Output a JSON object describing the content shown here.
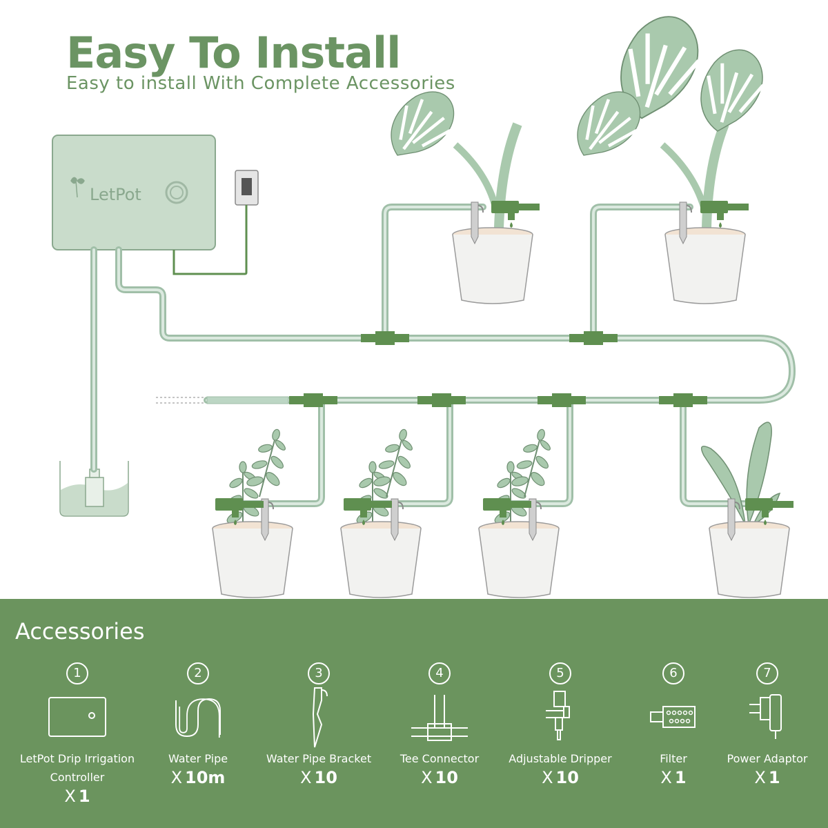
{
  "header": {
    "title": "Easy To Install",
    "subtitle": "Easy to install With Complete Accessories"
  },
  "diagram": {
    "controller_brand": "LetPot"
  },
  "accessories": {
    "title": "Accessories",
    "items": [
      {
        "number": "1",
        "label_line1": "LetPot Drip Irrigation",
        "label_line2": "Controller",
        "qty_prefix": "X",
        "qty": "1",
        "icon": "controller-icon"
      },
      {
        "number": "2",
        "label_line1": "Water Pipe",
        "label_line2": "",
        "qty_prefix": "X",
        "qty": "10m",
        "icon": "water-pipe-icon"
      },
      {
        "number": "3",
        "label_line1": "Water Pipe Bracket",
        "label_line2": "",
        "qty_prefix": "X",
        "qty": "10",
        "icon": "pipe-bracket-icon"
      },
      {
        "number": "4",
        "label_line1": "Tee Connector",
        "label_line2": "",
        "qty_prefix": "X",
        "qty": "10",
        "icon": "tee-connector-icon"
      },
      {
        "number": "5",
        "label_line1": "Adjustable Dripper",
        "label_line2": "",
        "qty_prefix": "X",
        "qty": "10",
        "icon": "dripper-icon"
      },
      {
        "number": "6",
        "label_line1": "Filter",
        "label_line2": "",
        "qty_prefix": "X",
        "qty": "1",
        "icon": "filter-icon"
      },
      {
        "number": "7",
        "label_line1": "Power Adaptor",
        "label_line2": "",
        "qty_prefix": "X",
        "qty": "1",
        "icon": "power-adaptor-icon"
      }
    ]
  },
  "colors": {
    "accent_green": "#6b945e",
    "title_green": "#6b9463",
    "pipe_green": "#bcd6c4",
    "connector_green": "#5f8f50",
    "leaf_green": "#a9c9ad",
    "controller_body": "#c9dccb"
  }
}
